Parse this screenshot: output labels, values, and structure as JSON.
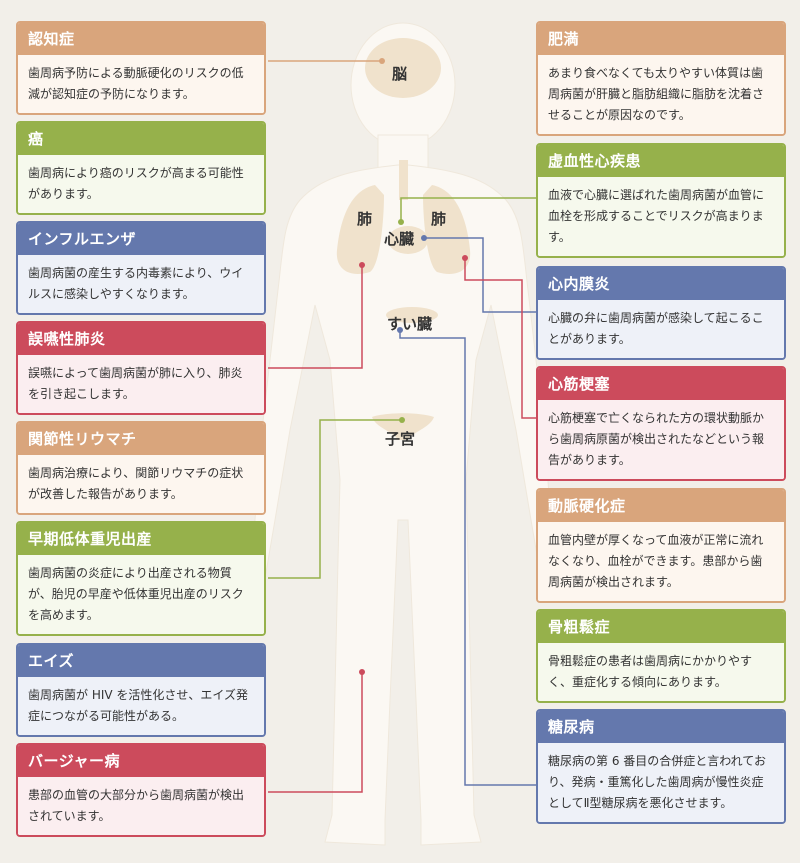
{
  "colors": {
    "orange": "#d9a57c",
    "orange_bg": "#fdf6ef",
    "green": "#96b14b",
    "green_bg": "#f6f9ed",
    "blue": "#6478ad",
    "blue_bg": "#eef1f8",
    "red": "#cc4b5c",
    "red_bg": "#fbeef0",
    "silhouette": "#fbf8f3",
    "organ_fill": "#f0e2cc"
  },
  "organs": {
    "brain": "脳",
    "lung_left": "肺",
    "lung_right": "肺",
    "heart": "心臓",
    "pancreas": "すい臓",
    "uterus": "子宮"
  },
  "left_cards": [
    {
      "id": "dementia",
      "color": "orange",
      "title": "認知症",
      "text": "歯周病予防による動脈硬化のリスクの低減が認知症の予防になります。"
    },
    {
      "id": "cancer",
      "color": "green",
      "title": "癌",
      "text": "歯周病により癌のリスクが高まる可能性があります。"
    },
    {
      "id": "influenza",
      "color": "blue",
      "title": "インフルエンザ",
      "text": "歯周病菌の産生する内毒素により、ウイルスに感染しやすくなります。"
    },
    {
      "id": "pneumonia",
      "color": "red",
      "title": "誤嚥性肺炎",
      "text": "誤嚥によって歯周病菌が肺に入り、肺炎を引き起こします。"
    },
    {
      "id": "rheumatism",
      "color": "orange",
      "title": "関節性リウマチ",
      "text": "歯周病治療により、関節リウマチの症状が改善した報告があります。"
    },
    {
      "id": "preterm",
      "color": "green",
      "title": "早期低体重児出産",
      "text": "歯周病菌の炎症により出産される物質が、胎児の早産や低体重児出産のリスクを高めます。"
    },
    {
      "id": "aids",
      "color": "blue",
      "title": "エイズ",
      "text": "歯周病菌が HIV を活性化させ、エイズ発症につながる可能性がある。"
    },
    {
      "id": "buerger",
      "color": "red",
      "title": "バージャー病",
      "text": "患部の血管の大部分から歯周病菌が検出されています。"
    }
  ],
  "right_cards": [
    {
      "id": "obesity",
      "color": "orange",
      "title": "肥満",
      "text": "あまり食べなくても太りやすい体質は歯周病菌が肝臓と脂肪組織に脂肪を沈着させることが原因なのです。"
    },
    {
      "id": "ischemic",
      "color": "green",
      "title": "虚血性心疾患",
      "text": "血液で心臓に選ばれた歯周病菌が血管に血栓を形成することでリスクが高まります。"
    },
    {
      "id": "endocarditis",
      "color": "blue",
      "title": "心内膜炎",
      "text": "心臓の弁に歯周病菌が感染して起こることがあります。"
    },
    {
      "id": "infarction",
      "color": "red",
      "title": "心筋梗塞",
      "text": "心筋梗塞で亡くなられた方の環状動脈から歯周病原菌が検出されたなどという報告があります。"
    },
    {
      "id": "arterio",
      "color": "orange",
      "title": "動脈硬化症",
      "text": "血管内壁が厚くなって血液が正常に流れなくなり、血栓ができます。患部から歯周病菌が検出されます。"
    },
    {
      "id": "osteo",
      "color": "green",
      "title": "骨粗鬆症",
      "text": "骨粗鬆症の患者は歯周病にかかりやすく、重症化する傾向にあります。"
    },
    {
      "id": "diabetes",
      "color": "blue",
      "title": "糖尿病",
      "text": "糖尿病の第 6 番目の合併症と言われており、発病・重篤化した歯周病が慢性炎症としてⅡ型糖尿病を悪化させます。"
    }
  ]
}
